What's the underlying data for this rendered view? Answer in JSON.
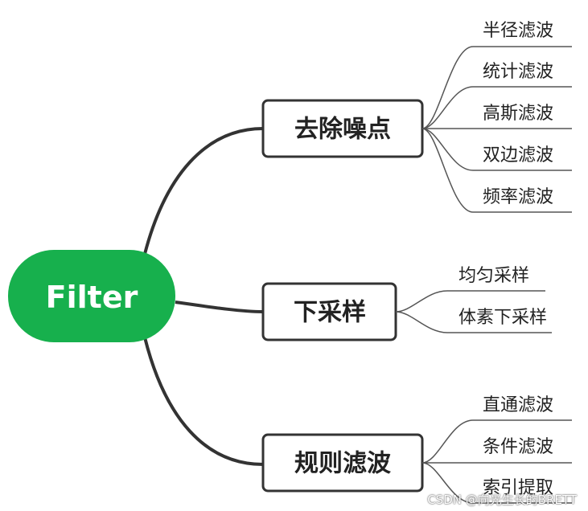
{
  "colors": {
    "root_fill": "#17b04d",
    "root_text": "#ffffff",
    "branch_border": "#333333",
    "connector": "#333333",
    "leaf_line": "#555555",
    "text": "#222222"
  },
  "root": {
    "label": "Filter"
  },
  "branches": [
    {
      "label": "去除噪点",
      "leaves": [
        "半径滤波",
        "统计滤波",
        "高斯滤波",
        "双边滤波",
        "频率滤波"
      ]
    },
    {
      "label": "下采样",
      "leaves": [
        "均匀采样",
        "体素下采样"
      ]
    },
    {
      "label": "规则滤波",
      "leaves": [
        "直通滤波",
        "条件滤波",
        "索引提取"
      ]
    }
  ],
  "watermark": "CSDN @向光生长的BRETT"
}
